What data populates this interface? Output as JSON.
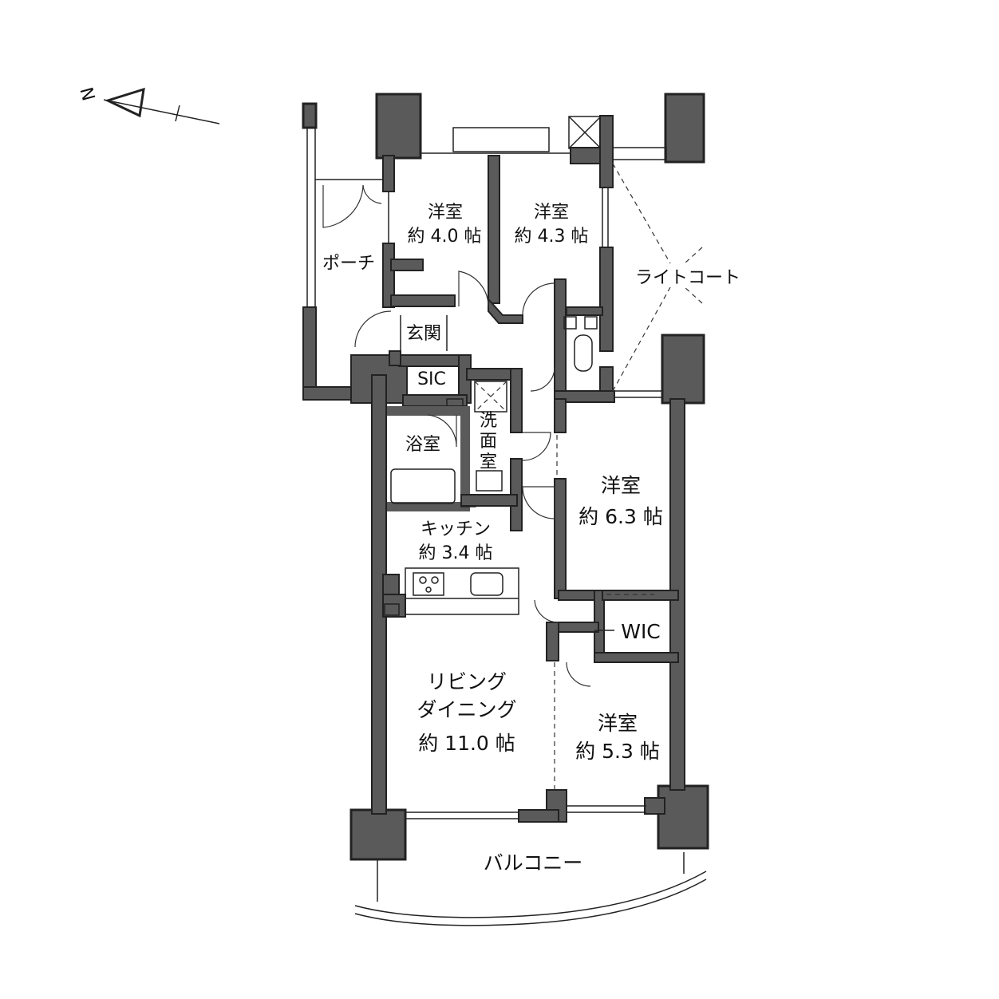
{
  "compass": {
    "north_label": "N"
  },
  "rooms": {
    "western_room_1": {
      "name": "洋室",
      "size": "約 4.0 帖"
    },
    "western_room_2": {
      "name": "洋室",
      "size": "約 4.3 帖"
    },
    "western_room_3": {
      "name": "洋室",
      "size": "約 6.3 帖"
    },
    "western_room_4": {
      "name": "洋室",
      "size": "約 5.3 帖"
    },
    "porch": {
      "name": "ポーチ"
    },
    "light_court": {
      "name": "ライトコート"
    },
    "entrance": {
      "name": "玄関"
    },
    "sic": {
      "name": "SIC"
    },
    "bathroom": {
      "name": "浴室"
    },
    "washroom": {
      "name": "洗面室",
      "chars": [
        "洗",
        "面",
        "室"
      ]
    },
    "kitchen": {
      "name": "キッチン",
      "size": "約 3.4 帖"
    },
    "living_dining": {
      "line1": "リビング",
      "line2": "ダイニング",
      "size": "約 11.0 帖"
    },
    "wic": {
      "name": "WIC"
    },
    "balcony": {
      "name": "バルコニー"
    }
  },
  "colors": {
    "wall": "#5a5a5a",
    "line": "#222222",
    "background": "#ffffff"
  }
}
